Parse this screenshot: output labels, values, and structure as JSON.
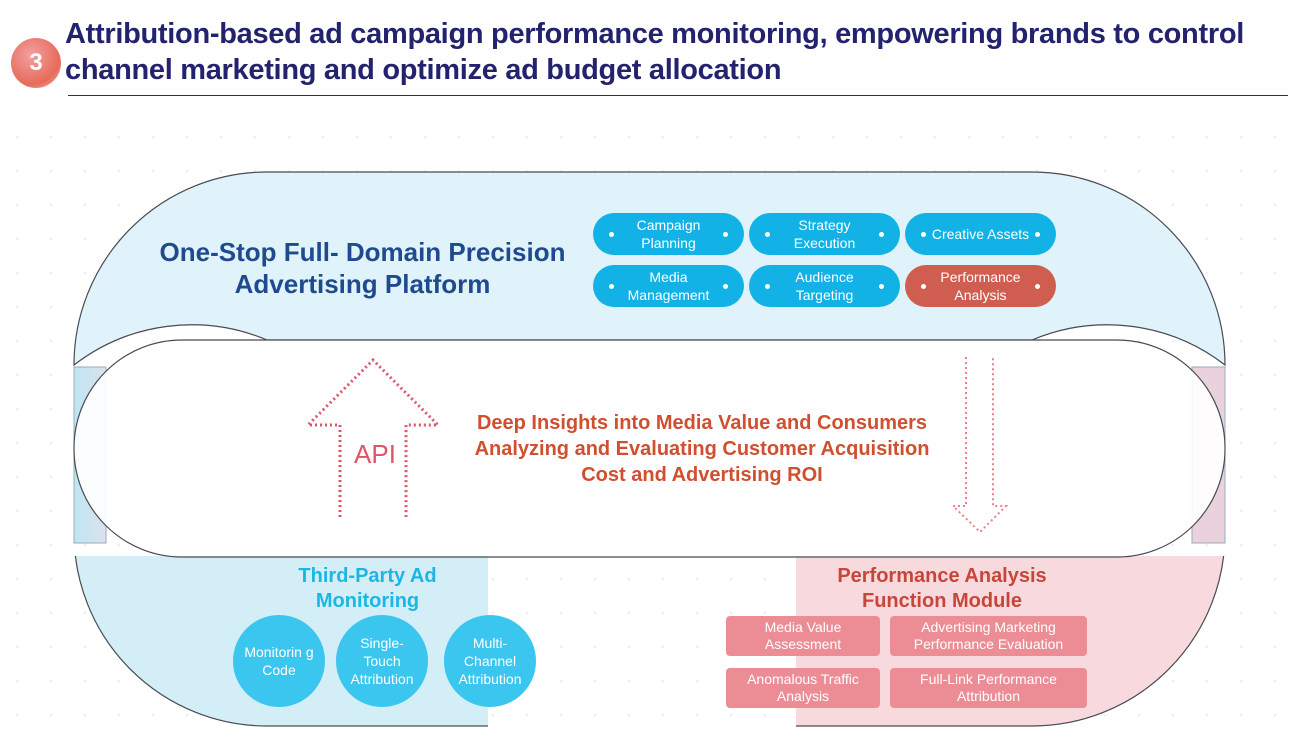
{
  "header": {
    "number": "3",
    "title": "Attribution-based ad campaign performance monitoring, empowering brands to control channel marketing and optimize ad budget allocation"
  },
  "platform": {
    "title_line1": "One-Stop Full- Domain Precision",
    "title_line2": "Advertising Platform",
    "features": [
      {
        "label": "Campaign Planning"
      },
      {
        "label": "Strategy Execution"
      },
      {
        "label": "Creative Assets"
      },
      {
        "label": "Media Management"
      },
      {
        "label": "Audience Targeting"
      },
      {
        "label": "Performance Analysis"
      }
    ]
  },
  "api": {
    "label": "API"
  },
  "insights": {
    "line1": "Deep Insights into Media Value and Consumers",
    "line2": "Analyzing and Evaluating Customer Acquisition",
    "line3": "Cost and Advertising ROI"
  },
  "third_party": {
    "title_line1": "Third-Party Ad",
    "title_line2": "Monitoring",
    "items": [
      {
        "label": "Monitorin g Code"
      },
      {
        "label": "Single- Touch Attribution"
      },
      {
        "label": "Multi- Channel Attribution"
      }
    ]
  },
  "performance_module": {
    "title_line1": "Performance Analysis",
    "title_line2": "Function Module",
    "items": [
      {
        "label": "Media Value Assessment"
      },
      {
        "label": "Advertising Marketing Performance Evaluation"
      },
      {
        "label": "Anomalous Traffic Analysis"
      },
      {
        "label": "Full-Link Performance Attribution"
      }
    ]
  },
  "colors": {
    "title_navy": "#23226e",
    "platform_blue": "#1f4a8e",
    "pill_cyan": "#12b2e6",
    "highlight_red": "#cf5e50",
    "insight_red": "#cf4f2f",
    "pink_box": "#ec8d96"
  }
}
